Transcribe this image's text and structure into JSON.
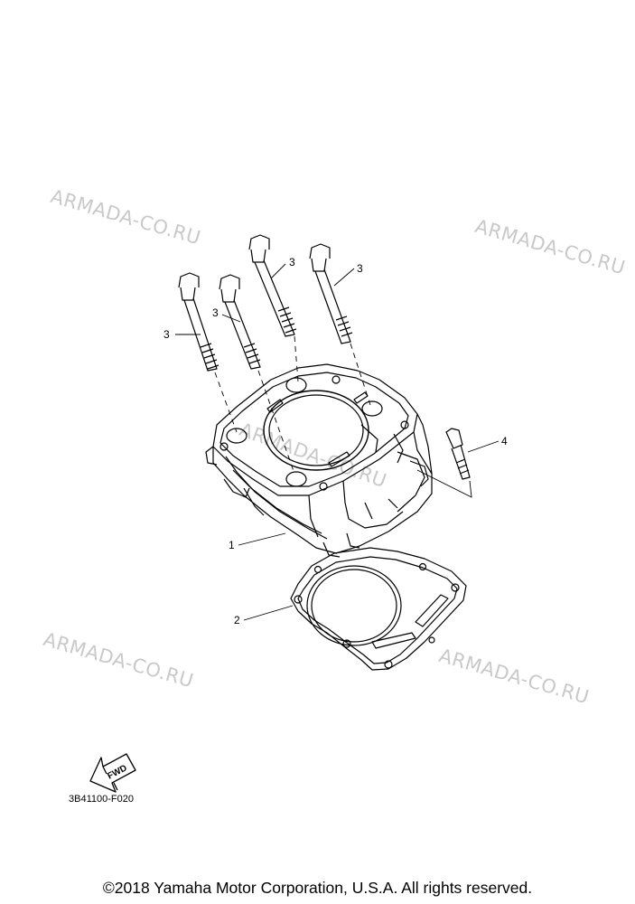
{
  "watermarks": [
    "ARMADA-CO.RU",
    "ARMADA-CO.RU",
    "ARMADA-CO.RU",
    "ARMADA-CO.RU",
    "ARMADA-CO.RU"
  ],
  "callouts": {
    "cylinder": "1",
    "gasket": "2",
    "stud_bolt_1": "3",
    "stud_bolt_2": "3",
    "stud_bolt_3": "3",
    "stud_bolt_4": "3",
    "bolt": "4"
  },
  "fwd_label": "FWD",
  "diagram_code": "3B41100-F020",
  "copyright": "©2018 Yamaha Motor Corporation, U.S.A. All rights reserved."
}
